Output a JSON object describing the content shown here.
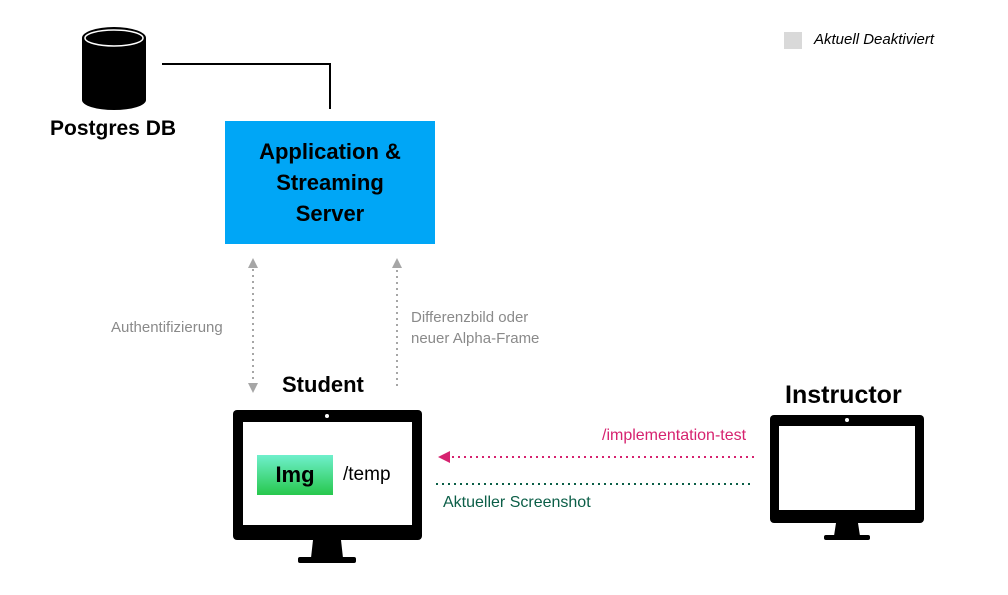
{
  "legend": {
    "label": "Aktuell Deaktiviert",
    "swatch_color": "#d9d9d9"
  },
  "database": {
    "label": "Postgres DB",
    "icon": "database-icon"
  },
  "server": {
    "title": "Application &\nStreaming\nServer",
    "color": "#00a6f6"
  },
  "connections": {
    "auth_label": "Authentifizierung",
    "diff_label": "Differenzbild oder\nneuer Alpha-Frame",
    "impl_label": "/implementation-test",
    "impl_color": "#d6226f",
    "screenshot_label": "Aktueller Screenshot",
    "screenshot_color": "#0b5e47",
    "disabled_color": "#a6a6a6"
  },
  "student": {
    "label": "Student",
    "img_label": "Img",
    "temp_label": "/temp",
    "icon": "monitor-icon"
  },
  "instructor": {
    "label": "Instructor",
    "icon": "monitor-icon"
  }
}
